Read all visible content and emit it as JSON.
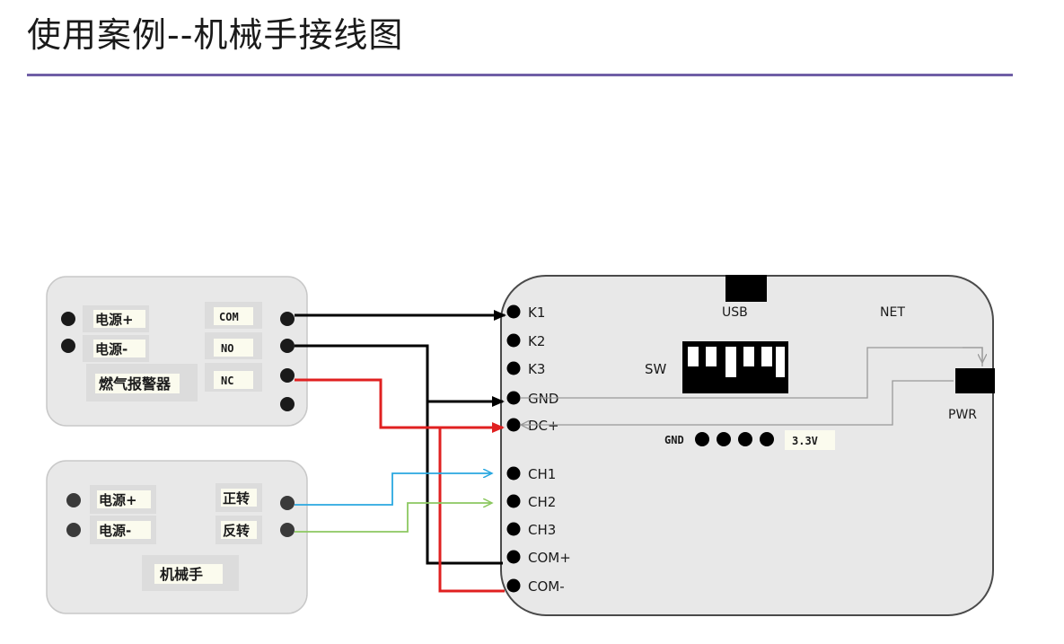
{
  "header": {
    "title": "使用案例--机械手接线图"
  },
  "gas_alarm": {
    "name": "燃气报警器",
    "power_pos": "电源+",
    "power_neg": "电源-",
    "com": "COM",
    "no": "NO",
    "nc": "NC"
  },
  "manipulator": {
    "name": "机械手",
    "power_pos": "电源+",
    "power_neg": "电源-",
    "forward": "正转",
    "reverse": "反转"
  },
  "controller": {
    "usb": "USB",
    "net": "NET",
    "sw": "SW",
    "pwr": "PWR",
    "header_gnd": "GND",
    "header_3v3": "3.3V",
    "terminals": [
      "K1",
      "K2",
      "K3",
      "GND",
      "DC+",
      "CH1",
      "CH2",
      "CH3",
      "COM+",
      "COM-"
    ]
  },
  "colors": {
    "black_wire": "#000000",
    "red_wire": "#e02020",
    "blue_wire": "#2aa8e0",
    "green_wire": "#8cc860",
    "gray_wire": "#999999",
    "accent_rule": "#6f5fa6"
  }
}
